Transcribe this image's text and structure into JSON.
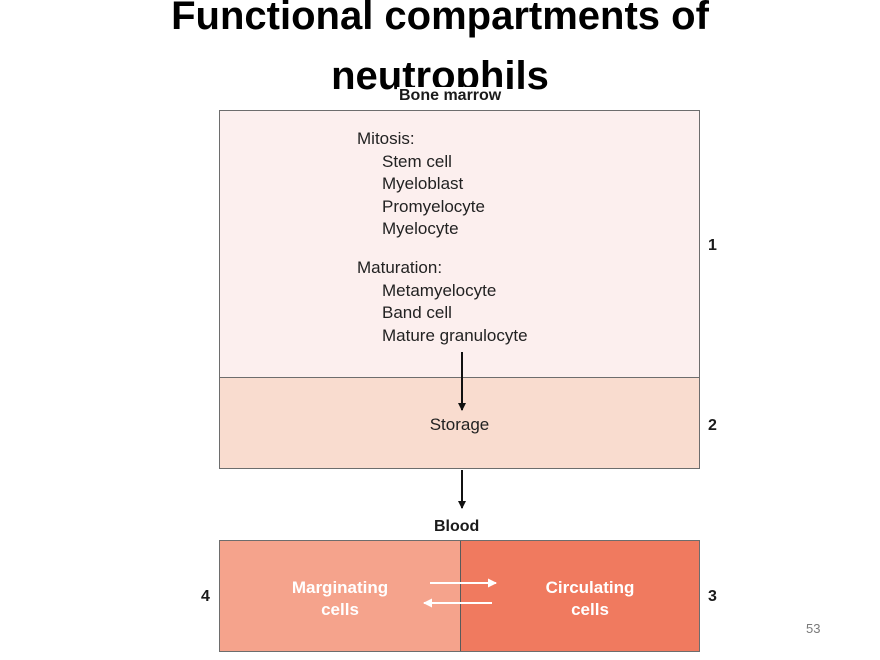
{
  "slide": {
    "title_line1": "Functional compartments of",
    "title_line2": "neutrophils",
    "page_number": "53"
  },
  "diagram": {
    "bone_marrow_label": "Bone marrow",
    "mitosis": {
      "heading": "Mitosis:",
      "items": [
        "Stem cell",
        "Myeloblast",
        "Promyelocyte",
        "Myelocyte"
      ]
    },
    "maturation": {
      "heading": "Maturation:",
      "items": [
        "Metamyelocyte",
        "Band cell",
        "Mature granulocyte"
      ]
    },
    "storage_label": "Storage",
    "blood_label": "Blood",
    "marginating": {
      "line1": "Marginating",
      "line2": "cells"
    },
    "circulating": {
      "line1": "Circulating",
      "line2": "cells"
    },
    "compartment_numbers": {
      "bone_marrow": "1",
      "storage": "2",
      "circulating": "3",
      "marginating": "4"
    },
    "colors": {
      "bone_marrow_fill": "#fcefee",
      "storage_fill": "#f9dccf",
      "marginating_fill": "#f5a38c",
      "circulating_fill": "#f07a5f"
    }
  }
}
